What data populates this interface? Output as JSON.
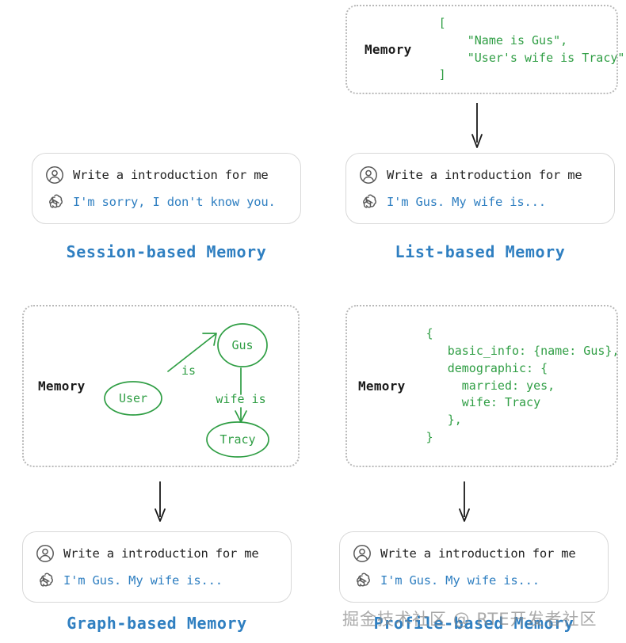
{
  "quadrants": {
    "session": {
      "caption": "Session-based Memory",
      "chat": {
        "user_message": "Write a introduction for me",
        "bot_message": "I'm sorry, I don't know you.",
        "user_icon": "user-avatar-icon",
        "bot_icon": "openai-logo-icon"
      }
    },
    "list": {
      "caption": "List-based Memory",
      "memory": {
        "label": "Memory",
        "content": "[\n    \"Name is Gus\",\n    \"User's wife is Tracy\"\n]"
      },
      "chat": {
        "user_message": "Write a introduction for me",
        "bot_message": "I'm Gus. My wife is...",
        "user_icon": "user-avatar-icon",
        "bot_icon": "openai-logo-icon"
      }
    },
    "graph": {
      "caption": "Graph-based Memory",
      "memory": {
        "label": "Memory",
        "nodes": [
          {
            "id": "user",
            "label": "User"
          },
          {
            "id": "gus",
            "label": "Gus"
          },
          {
            "id": "tracy",
            "label": "Tracy"
          }
        ],
        "edges": [
          {
            "from": "user",
            "to": "gus",
            "label": "is"
          },
          {
            "from": "gus",
            "to": "tracy",
            "label": "wife is"
          }
        ]
      },
      "chat": {
        "user_message": "Write a introduction for me",
        "bot_message": "I'm Gus. My wife is...",
        "user_icon": "user-avatar-icon",
        "bot_icon": "openai-logo-icon"
      }
    },
    "profile": {
      "caption": "Profile-based Memory",
      "memory": {
        "label": "Memory",
        "content": "{\n   basic_info: {name: Gus},\n   demographic: {\n     married: yes,\n     wife: Tracy\n   },\n}"
      },
      "chat": {
        "user_message": "Write a introduction for me",
        "bot_message": "I'm Gus. My wife is...",
        "user_icon": "user-avatar-icon",
        "bot_icon": "openai-logo-icon"
      }
    }
  },
  "watermark": "掘金技术社区 @ RTE开发者社区",
  "colors": {
    "code_green": "#2f9e44",
    "caption_blue": "#2f7fc1",
    "bot_text_blue": "#2f7fc1",
    "user_text": "#222222",
    "dotted_border": "#b9b9b9",
    "bubble_border": "#d8d8d8",
    "arrow": "#1a1a1a"
  }
}
